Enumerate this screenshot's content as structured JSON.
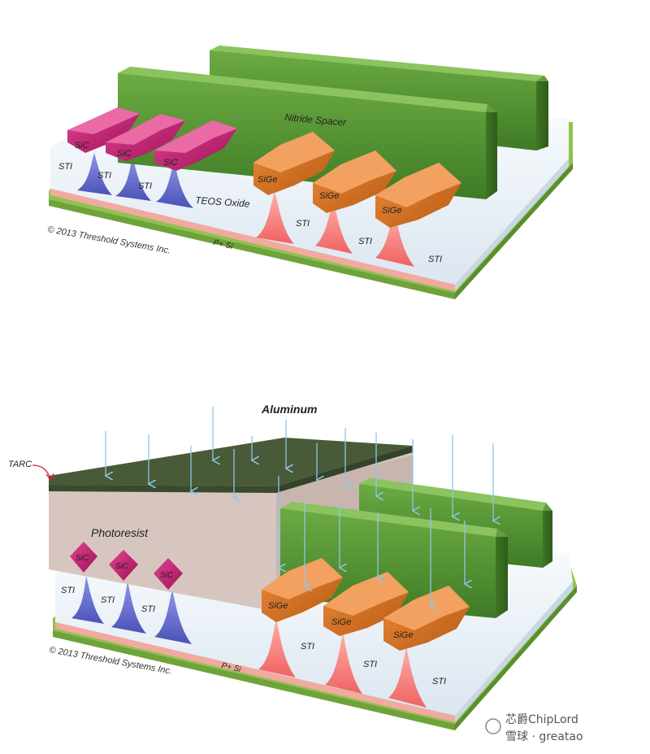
{
  "top": {
    "spacer_label": "Nitride Spacer",
    "oxide_label": "TEOS Oxide",
    "substrate_label": "P+ Si",
    "copyright": "© 2013 Threshold Systems Inc.",
    "sti": [
      "STI",
      "STI",
      "STI",
      "STI",
      "STI",
      "STI"
    ],
    "sic": [
      "SiC",
      "SiC",
      "SiC"
    ],
    "sige": [
      "SiGe",
      "SiGe",
      "SiGe"
    ]
  },
  "bottom": {
    "aluminum_label": "Aluminum",
    "tarc_label": "TARC",
    "photoresist_label": "Photoresist",
    "substrate_label": "P+ Si",
    "copyright": "© 2013 Threshold Systems Inc.",
    "sti": [
      "STI",
      "STI",
      "STI",
      "STI",
      "STI",
      "STI"
    ],
    "sic": [
      "SiC",
      "SiC",
      "SiC"
    ],
    "sige": [
      "SiGe",
      "SiGe",
      "SiGe"
    ]
  },
  "watermark": {
    "line1": "芯爵ChipLord",
    "line2": "雪球 · greatao"
  },
  "colors": {
    "green": "#4e8a2e",
    "green_dark": "#3a6e20",
    "sti_white": "#eef3f8",
    "sic_magenta": "#c2186b",
    "sige_orange": "#d9731c",
    "n_blue": "#5a62c8",
    "p_red": "#f07070",
    "photoresist": "#d9c9c2",
    "tarc": "#4b5f3a",
    "arrow": "#8fc7e8"
  }
}
